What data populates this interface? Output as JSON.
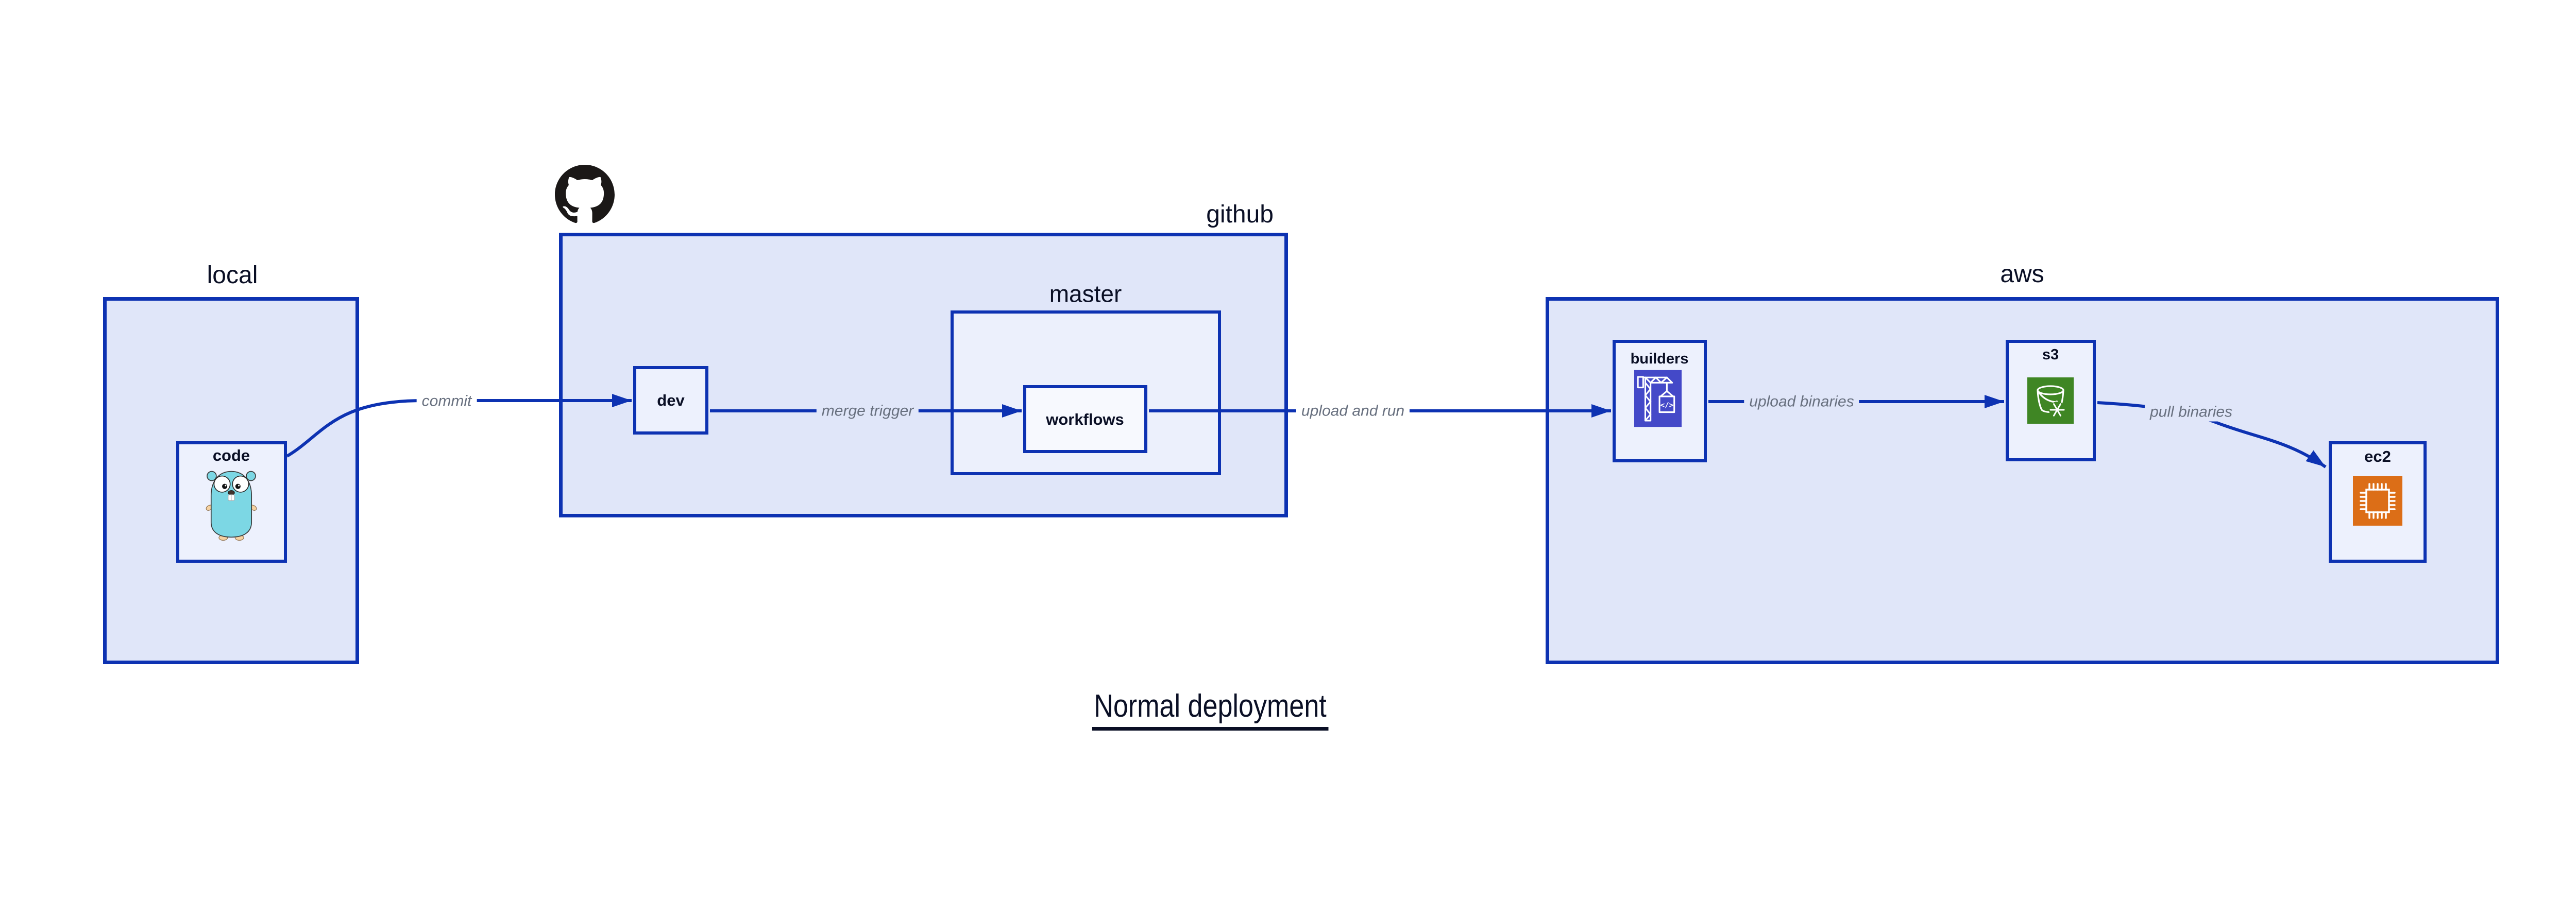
{
  "title": {
    "text": "Normal deployment"
  },
  "containers": {
    "local": {
      "label": "local"
    },
    "github": {
      "label": "github"
    },
    "master": {
      "label": "master"
    },
    "aws": {
      "label": "aws"
    }
  },
  "nodes": {
    "code": {
      "label": "code",
      "icon": "go-gopher-icon"
    },
    "dev": {
      "label": "dev"
    },
    "workflows": {
      "label": "workflows"
    },
    "builders": {
      "label": "builders",
      "icon": "aws-codebuild-crane-icon",
      "icon_bg": "#4449c8"
    },
    "s3": {
      "label": "s3",
      "icon": "aws-s3-glacier-bucket-icon",
      "icon_bg": "#3f8624"
    },
    "ec2": {
      "label": "ec2",
      "icon": "aws-ec2-chip-icon",
      "icon_bg": "#dc6e17"
    }
  },
  "edges": {
    "commit": {
      "label": "commit"
    },
    "merge_trigger": {
      "label": "merge trigger"
    },
    "upload_and_run": {
      "label": "upload and run"
    },
    "upload_binaries": {
      "label": "upload binaries"
    },
    "pull_binaries": {
      "label": "pull binaries"
    }
  },
  "icons": {
    "github_logo": "github-octocat-icon"
  },
  "colors": {
    "stroke_blue": "#0d32b2",
    "container_fill": "#e0e6f9",
    "node_fill": "#edf1fd",
    "inner_node_fill": "#f7f9fe",
    "label_navy": "#0a0f25",
    "edge_label_gray": "#68707f",
    "github_logo_black": "#1b1817",
    "gopher_teal": "#7cd7e4",
    "codebuild_indigo": "#4449c8",
    "s3_green": "#3f8624",
    "ec2_orange": "#dc6e17",
    "background": "#ffffff"
  }
}
